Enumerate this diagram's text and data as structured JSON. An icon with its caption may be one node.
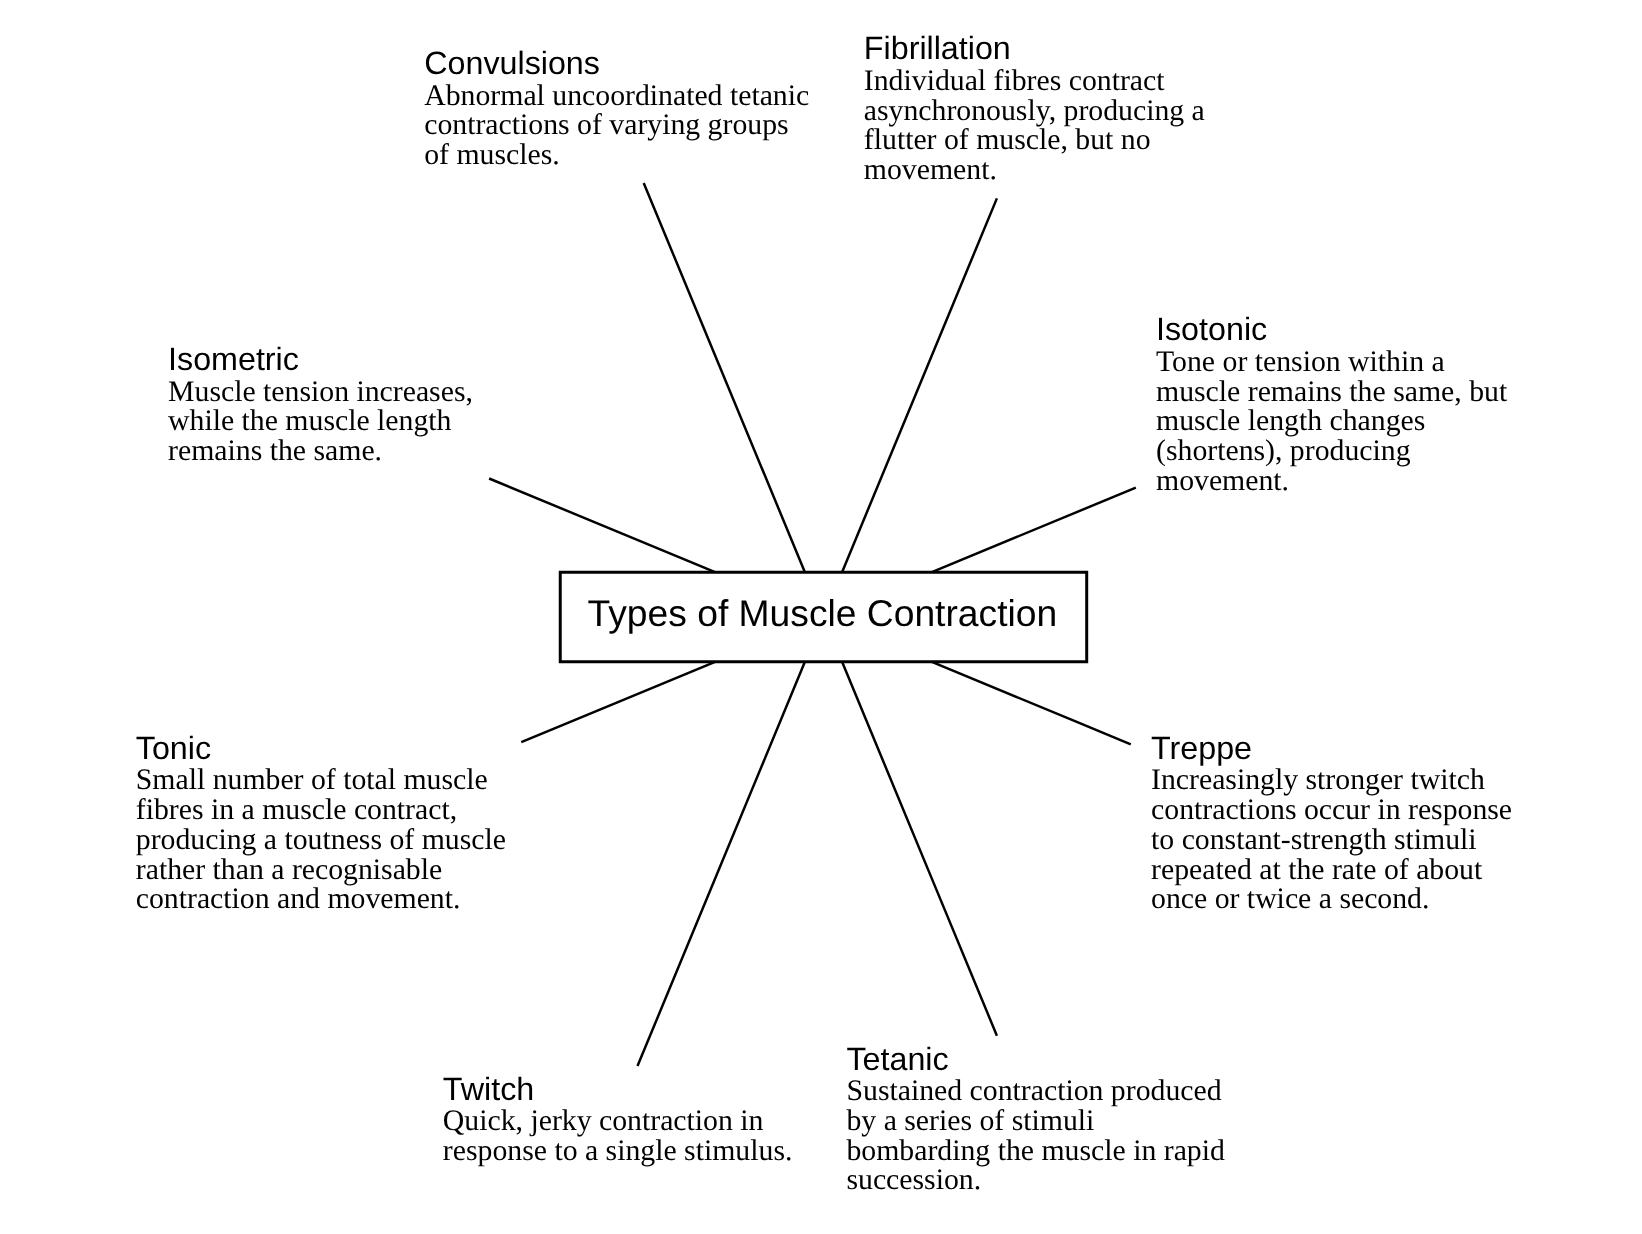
{
  "diagram": {
    "nodes": [
      {
        "text": [
          "Isotonic",
          "Tone or tension within a muscle remains the same, but muscle length changes (shortens), producing movement."
        ]
      },
      {
        "text": [
          "Fibrillation",
          "Individual fibres contract asynchronously, producing a flutter of muscle, but no movement."
        ]
      },
      {
        "text": [
          "Convulsions",
          "Abnormal uncoordinated tetanic contractions of varying groups of muscles."
        ]
      },
      {
        "text": [
          "Types of Muscle Contraction"
        ]
      },
      {
        "text": [
          "Isometric",
          "Muscle tension increases, while the muscle length remains the same."
        ]
      },
      {
        "text": [
          "Tonic",
          "Small number of total muscle fibres in a muscle contract, producing a toutness of muscle rather than a recognisable contraction and movement."
        ]
      },
      {
        "text": [
          "Twitch",
          "Quick, jerky contraction in response to a single stimulus."
        ]
      },
      {
        "text": [
          "Tetanic",
          "Sustained contraction produced by a series of stimuli bombarding the muscle in rapid succession."
        ]
      },
      {
        "text": [
          "Treppe",
          "Increasingly stronger twitch contractions occur in response to constant-strength stimuli repeated at the rate of about once or twice a second."
        ]
      }
    ],
    "edges": [
      {
        "from": 3,
        "to": 0,
        "arrow": "none"
      },
      {
        "from": 3,
        "to": 2,
        "arrow": "none"
      },
      {
        "from": 3,
        "to": 5,
        "arrow": "none"
      },
      {
        "from": 3,
        "to": 7,
        "arrow": "none"
      },
      {
        "from": 3,
        "to": 8,
        "arrow": "none"
      },
      {
        "from": 3,
        "to": 6,
        "arrow": "none"
      },
      {
        "from": 3,
        "to": 4,
        "arrow": "none"
      },
      {
        "from": 3,
        "to": 1,
        "arrow": "none"
      }
    ]
  }
}
